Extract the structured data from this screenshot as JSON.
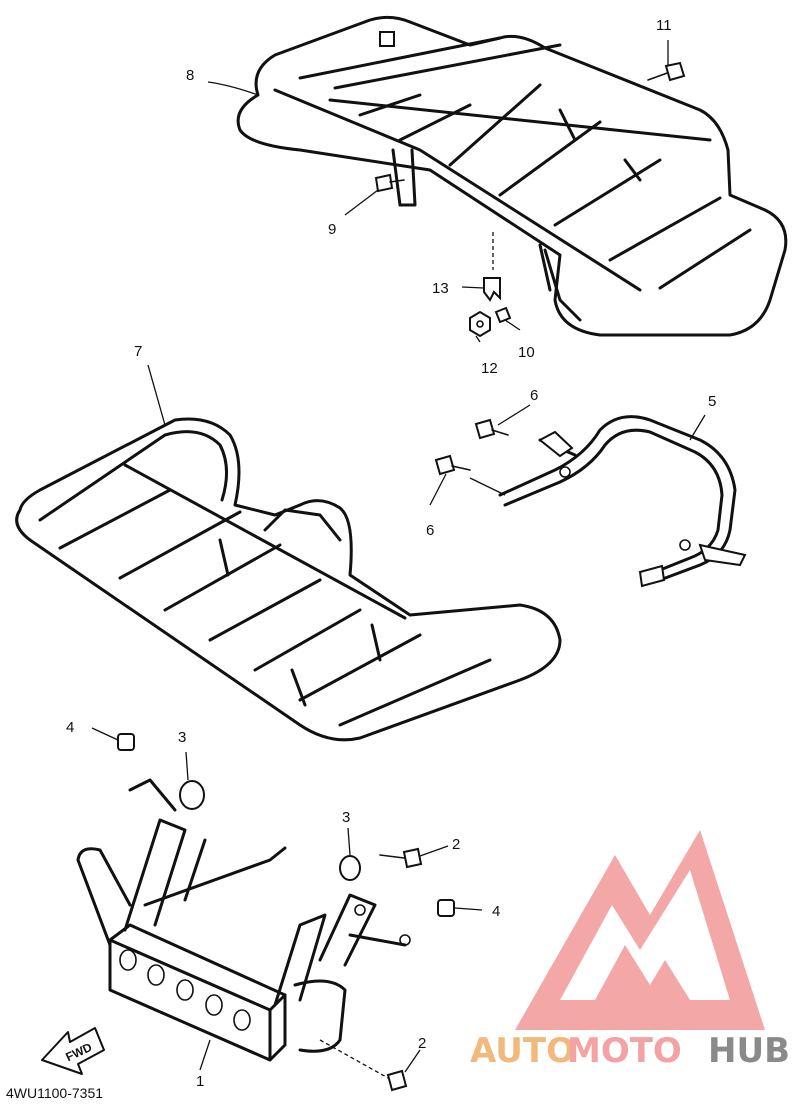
{
  "callouts": {
    "c1": "1",
    "c2a": "2",
    "c2b": "2",
    "c3a": "3",
    "c3b": "3",
    "c4a": "4",
    "c4b": "4",
    "c5": "5",
    "c6a": "6",
    "c6b": "6",
    "c7": "7",
    "c8": "8",
    "c9": "9",
    "c10": "10",
    "c11": "11",
    "c12": "12",
    "c13": "13"
  },
  "direction_label": "FWD",
  "diagram_code": "4WU1100-7351",
  "watermark": {
    "part1": "AUTO",
    "part2": "MOTO",
    "part3": "HUB",
    "color_auto": "#f2b97c",
    "color_moto": "#f3a3a3",
    "color_hub": "#8a8a8a",
    "logo_color": "#f08a8a"
  }
}
